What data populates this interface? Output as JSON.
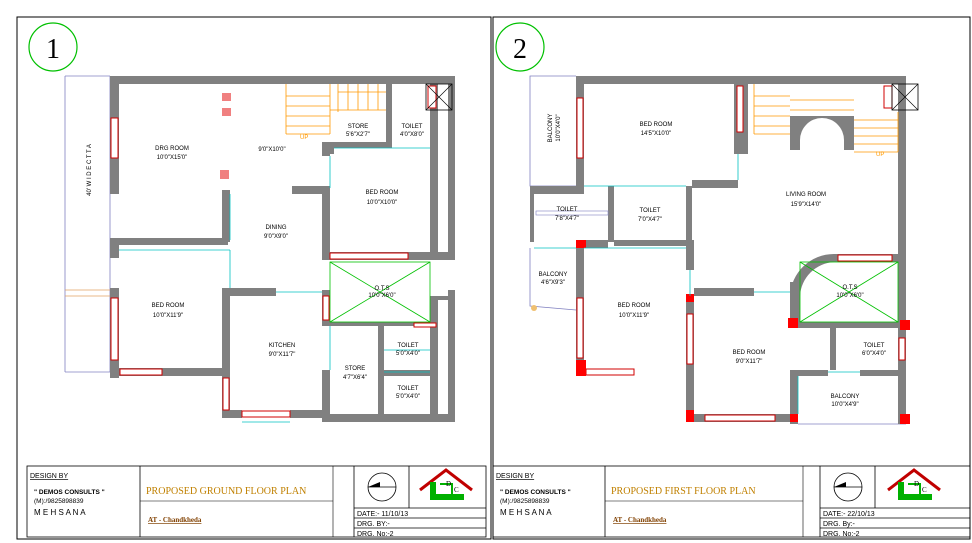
{
  "plans": [
    {
      "number": "1",
      "rooms": {
        "drg": {
          "name": "DRG ROOM",
          "size": "10'0\"X15'0\""
        },
        "stair": "9'0\"X10'0\"",
        "store1": {
          "name": "STORE",
          "size": "5'6\"X2'7\""
        },
        "toilet1": {
          "name": "TOILET",
          "size": "4'0\"X8'0\""
        },
        "bed1": {
          "name": "BED ROOM",
          "size": "10'0\"X10'0\""
        },
        "dining": {
          "name": "DINING",
          "size": "9'0\"X9'0\""
        },
        "ots": {
          "name": "O.T.S",
          "size": "10'0\"X6'0\""
        },
        "bed2": {
          "name": "BED ROOM",
          "size": "10'0\"X11'9\""
        },
        "kitchen": {
          "name": "KITCHEN",
          "size": "9'0\"X11'7\""
        },
        "toilet2": {
          "name": "TOILET",
          "size": "5'0\"X4'0\""
        },
        "store2": {
          "name": "STORE",
          "size": "4'7\"X6'4\""
        },
        "toilet3": {
          "name": "TOILET",
          "size": "5'0\"X4'0\""
        }
      },
      "road_label": "40' W I D E  C T T A",
      "up_label": "UP"
    },
    {
      "number": "2",
      "rooms": {
        "balcony1": {
          "name": "BALCONY",
          "size": "10'0\"X4'0\""
        },
        "bed1": {
          "name": "BED ROOM",
          "size": "14'5\"X10'0\""
        },
        "living": {
          "name": "LIVING ROOM",
          "size": "15'9\"X14'0\""
        },
        "toilet1": {
          "name": "TOILET",
          "size": "7'8\"X4'7\""
        },
        "toilet2": {
          "name": "TOILET",
          "size": "7'0\"X4'7\""
        },
        "balcony2": {
          "name": "BALCONY",
          "size": "4'6\"X9'3\""
        },
        "bed2": {
          "name": "BED ROOM",
          "size": "10'0\"X11'9\""
        },
        "ots": {
          "name": "O.T.S",
          "size": "10'0\"X6'0\""
        },
        "bed3": {
          "name": "BED ROOM",
          "size": "9'0\"X11'7\""
        },
        "toilet3": {
          "name": "TOILET",
          "size": "6'0\"X4'0\""
        },
        "balcony3": {
          "name": "BALCONY",
          "size": "10'0\"X4'9\""
        }
      },
      "up_label": "UP"
    }
  ],
  "title_blocks": [
    {
      "design_by": "DESIGN  BY",
      "firm": "\" DEMOS CONSULTS \"",
      "phone": "(M):/9825898839",
      "city": "M E H S A N A",
      "title": "PROPOSED GROUND FLOOR PLAN",
      "location": "AT - Chandkheda",
      "date": "DATE:-    11/10/13",
      "drg_by": "DRG. BY:-",
      "drg_no": "DRG. No:-2"
    },
    {
      "design_by": "DESIGN  BY",
      "firm": "\" DEMOS CONSULTS \"",
      "phone": "(M):/9825898839",
      "city": "M E H S A N A",
      "title": "PROPOSED FIRST FLOOR PLAN",
      "location": "AT - Chandkheda",
      "date": "DATE:-    22/10/13",
      "drg_by": "DRG. By:-",
      "drg_no": "DRG. No:-2"
    }
  ],
  "colors": {
    "wall": "#808080",
    "window": "#ff0000",
    "column": "#ff0000",
    "door": "#00c0c0",
    "stair": "#ff9900",
    "number_circle": "#00c000",
    "ots_lines": "#00c000",
    "title": "#c08000",
    "logo": "#00b000"
  }
}
